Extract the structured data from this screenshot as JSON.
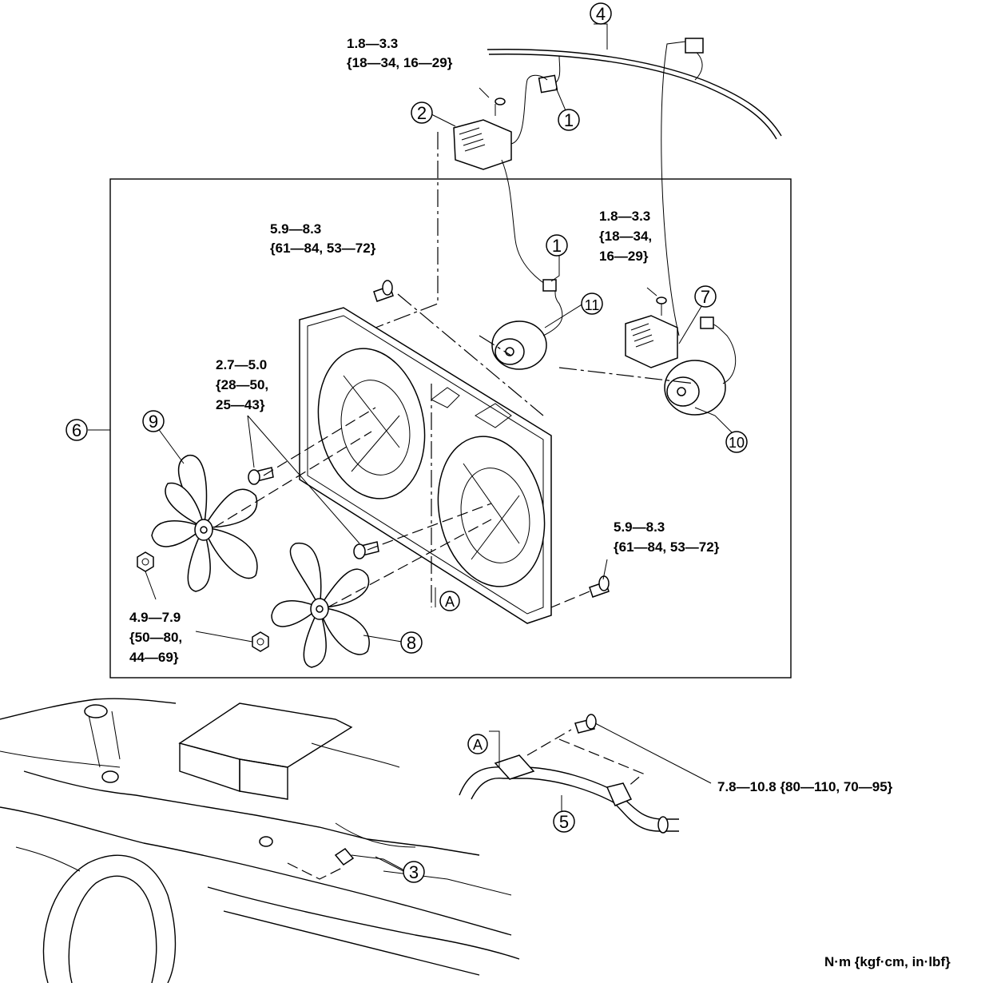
{
  "callouts": {
    "c1a": "1",
    "c1b": "1",
    "c2": "2",
    "c3": "3",
    "c4": "4",
    "c5": "5",
    "c6": "6",
    "c7": "7",
    "c8": "8",
    "c9": "9",
    "c10": "10",
    "c11": "11",
    "refA_top": "A",
    "refA_bottom": "A"
  },
  "torques": {
    "t_resistor_bolt": [
      "1.8—3.3",
      "{18—34, 16—29}"
    ],
    "t_shroud_upper": [
      "5.9—8.3",
      "{61—84, 53—72}"
    ],
    "t_resistor2_bolt": [
      "1.8—3.3",
      "{18—34,",
      "16—29}"
    ],
    "t_motor_bolts": [
      "2.7—5.0",
      "{28—50,",
      "25—43}"
    ],
    "t_shroud_lower": [
      "5.9—8.3",
      "{61—84, 53—72}"
    ],
    "t_fan_nut": [
      "4.9—7.9",
      "{50—80,",
      "44—69}"
    ],
    "t_hose_bracket": "7.8—10.8 {80—110, 70—95}"
  },
  "units_note": "N·m {kgf·cm, in·lbf}"
}
